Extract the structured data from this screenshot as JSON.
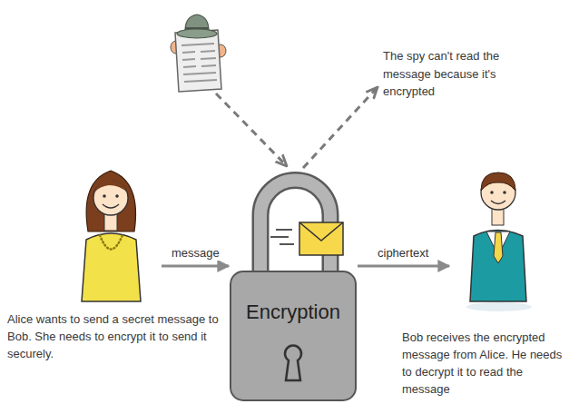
{
  "diagram": {
    "nodes": [
      {
        "text": [
          "The spy can't read the message because it's encrypted"
        ]
      },
      {
        "text": [
          "Alice wants to send a secret message to Bob. She needs to encrypt it to send it securely."
        ]
      },
      {
        "text": [
          "Encryption"
        ]
      },
      {
        "text": [
          "Bob receives the encrypted message from Alice. He needs to decrypt it to read the message"
        ]
      }
    ],
    "edges": [
      {
        "from": 1,
        "to": 2,
        "label": "message",
        "arrow": "to"
      },
      {
        "from": 2,
        "to": 3,
        "label": "ciphertext",
        "arrow": "to"
      },
      {
        "from": 2,
        "to": 0,
        "arrow": "to"
      }
    ]
  }
}
